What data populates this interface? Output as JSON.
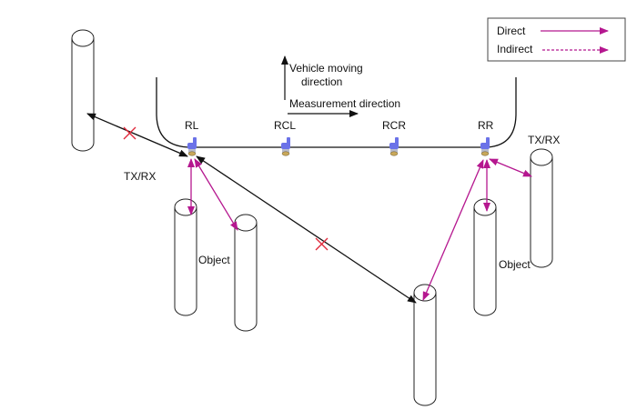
{
  "legend": {
    "direct_label": "Direct",
    "indirect_label": "Indirect"
  },
  "colors": {
    "direct": "#b5178f",
    "blocked": "#111111",
    "cross": "#e0283a",
    "sensor_body": "#6b72e8",
    "sensor_lens": "#c9a85a"
  },
  "directions": {
    "vehicle_line1": "Vehicle moving",
    "vehicle_line2": "direction",
    "measurement": "Measurement direction"
  },
  "sensors": [
    {
      "id": "RL",
      "label": "RL"
    },
    {
      "id": "RCL",
      "label": "RCL"
    },
    {
      "id": "RCR",
      "label": "RCR"
    },
    {
      "id": "RR",
      "label": "RR"
    }
  ],
  "labels": {
    "txrx_left": "TX/RX",
    "txrx_right": "TX/RX",
    "object_left": "Object",
    "object_right": "Object"
  }
}
